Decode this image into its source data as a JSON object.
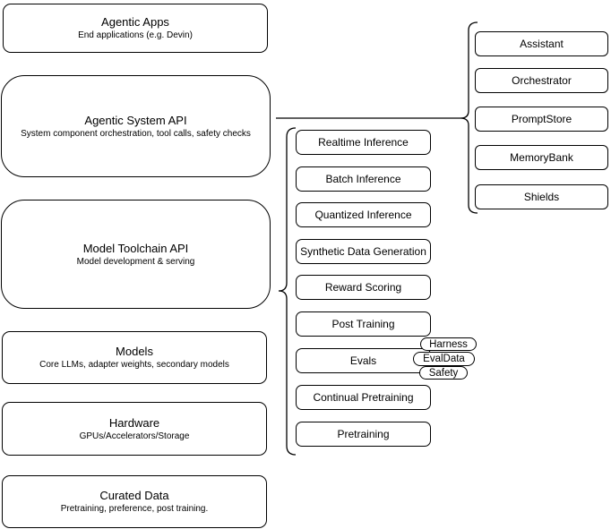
{
  "diagram": {
    "stack": [
      {
        "title": "Agentic Apps",
        "subtitle": "End applications (e.g. Devin)"
      },
      {
        "title": "Agentic System API",
        "subtitle": "System component orchestration, tool calls, safety checks"
      },
      {
        "title": "Model Toolchain API",
        "subtitle": "Model development & serving"
      },
      {
        "title": "Models",
        "subtitle": "Core LLMs, adapter weights, secondary models"
      },
      {
        "title": "Hardware",
        "subtitle": "GPUs/Accelerators/Storage"
      },
      {
        "title": "Curated Data",
        "subtitle": "Pretraining, preference, post training."
      }
    ],
    "toolchain_components": [
      "Realtime Inference",
      "Batch Inference",
      "Quantized Inference",
      "Synthetic Data Generation",
      "Reward Scoring",
      "Post Training",
      "Evals",
      "Continual Pretraining",
      "Pretraining"
    ],
    "evals_tags": [
      "Harness",
      "EvalData",
      "Safety"
    ],
    "agentic_components": [
      "Assistant",
      "Orchestrator",
      "PromptStore",
      "MemoryBank",
      "Shields"
    ],
    "colors": {
      "stroke": "#000000",
      "fill": "#ffffff",
      "text": "#000000"
    }
  }
}
